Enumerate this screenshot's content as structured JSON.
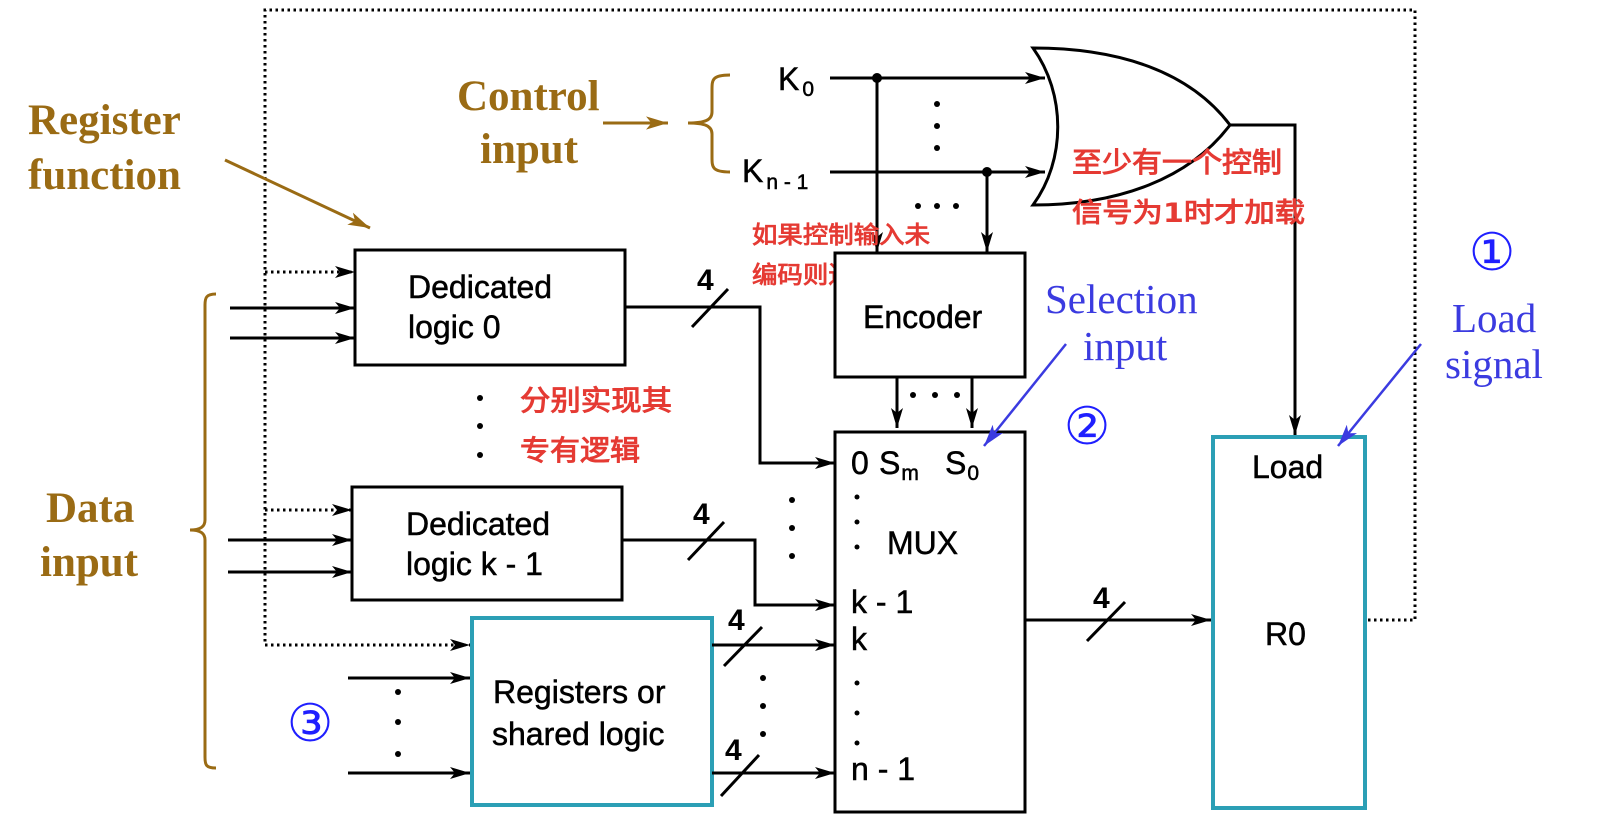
{
  "colors": {
    "brown": "#9a6b14",
    "blue": "#3b3be0",
    "circled": "#1f1fff",
    "red": "#e53a33",
    "teal": "#2b9fb5"
  },
  "annotations": {
    "register_function": {
      "line1": "Register",
      "line2": "function"
    },
    "control_input": {
      "line1": "Control",
      "line2": "input"
    },
    "data_input": {
      "line1": "Data",
      "line2": "input"
    },
    "selection_input": {
      "line1": "Selection",
      "line2": "input"
    },
    "load_signal": {
      "line1": "Load",
      "line2": "signal"
    }
  },
  "markers": {
    "load": "①",
    "selection": "②",
    "shared": "③"
  },
  "control_signals": {
    "first": {
      "name": "K",
      "subscript": "0"
    },
    "last": {
      "name": "K",
      "subscript": "n - 1"
    }
  },
  "blocks": {
    "dedicated_logic_0": {
      "line1": "Dedicated",
      "line2": "logic 0"
    },
    "dedicated_logic_k1": {
      "line1": "Dedicated",
      "line2": "logic k - 1"
    },
    "shared_logic": {
      "line1": "Registers or",
      "line2": "shared logic"
    },
    "encoder": {
      "label": "Encoder"
    },
    "mux": {
      "label": "MUX",
      "input_first": "0",
      "input_k1": "k - 1",
      "input_k": "k",
      "input_last": "n - 1",
      "select_high": {
        "name": "S",
        "subscript": "m"
      },
      "select_low": {
        "name": "S",
        "subscript": "0"
      }
    },
    "register": {
      "load": "Load",
      "name": "R0"
    }
  },
  "bus_widths": {
    "dedicated_logic_0": "4",
    "dedicated_logic_k1": "4",
    "shared_logic_k": "4",
    "shared_logic_n1": "4",
    "mux_output": "4"
  },
  "notes": {
    "encoder": [
      "如果控制输入未",
      "编码则进行编码"
    ],
    "or_gate": [
      "至少有一个控制",
      "信号为1时才加载"
    ],
    "dedicated": [
      "分别实现其",
      "专有逻辑"
    ]
  }
}
